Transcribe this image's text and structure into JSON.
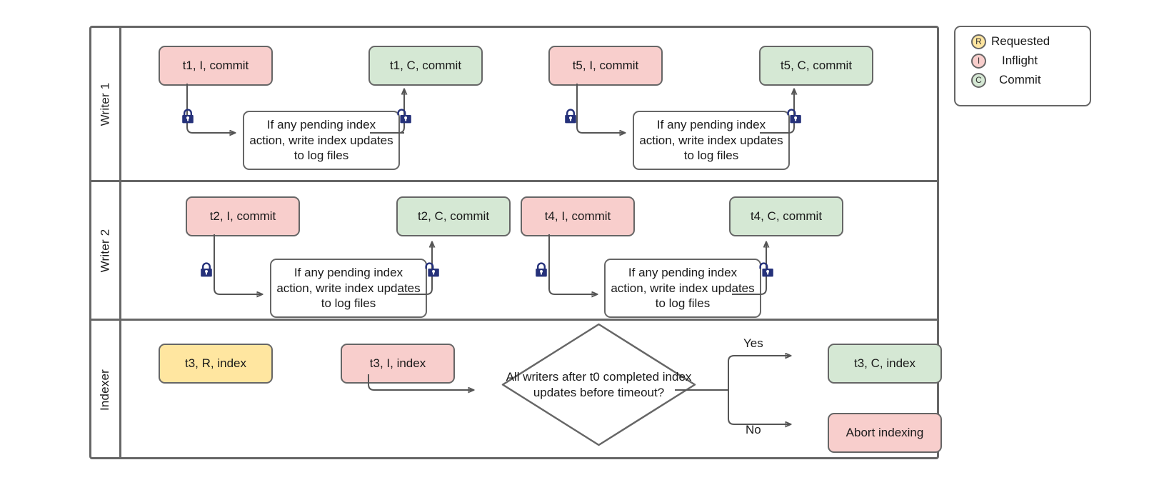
{
  "diagram": {
    "title": "Writer / Indexer transaction swimlane flow",
    "colors": {
      "red": "#f8cecc",
      "green": "#d5e8d4",
      "yellow": "#ffe6a0",
      "white": "#ffffff",
      "border": "#666666",
      "edge": "#555555",
      "lock": "#25317a"
    },
    "lanes": [
      {
        "label": "Writer 1",
        "nodes": [
          {
            "id": "w1-t1-i",
            "text": "t1, I, commit",
            "color": "red"
          },
          {
            "id": "w1-act-1",
            "text": "If any pending index action, write index updates to log files",
            "color": "white"
          },
          {
            "id": "w1-t1-c",
            "text": "t1, C, commit",
            "color": "green"
          },
          {
            "id": "w1-t5-i",
            "text": "t5, I, commit",
            "color": "red"
          },
          {
            "id": "w1-act-2",
            "text": "If any pending index action, write index updates to log files",
            "color": "white"
          },
          {
            "id": "w1-t5-c",
            "text": "t5, C, commit",
            "color": "green"
          }
        ],
        "locks": [
          "lock-closed",
          "lock-open",
          "lock-closed",
          "lock-open"
        ]
      },
      {
        "label": "Writer 2",
        "nodes": [
          {
            "id": "w2-t2-i",
            "text": "t2, I, commit",
            "color": "red"
          },
          {
            "id": "w2-act-1",
            "text": "If any pending index action, write index updates to log files",
            "color": "white"
          },
          {
            "id": "w2-t2-c",
            "text": "t2, C, commit",
            "color": "green"
          },
          {
            "id": "w2-t4-i",
            "text": "t4, I, commit",
            "color": "red"
          },
          {
            "id": "w2-act-2",
            "text": "If any pending index action, write index updates to log files",
            "color": "white"
          },
          {
            "id": "w2-t4-c",
            "text": "t4, C, commit",
            "color": "green"
          }
        ],
        "locks": [
          "lock-closed",
          "lock-open",
          "lock-closed",
          "lock-open"
        ]
      },
      {
        "label": "Indexer",
        "nodes": [
          {
            "id": "ix-t3-r",
            "text": "t3, R, index",
            "color": "yellow"
          },
          {
            "id": "ix-t3-i",
            "text": "t3, I, index",
            "color": "red"
          },
          {
            "id": "ix-decide",
            "text": "All writers after t0 completed index updates before timeout?",
            "color": "white"
          },
          {
            "id": "ix-t3-c",
            "text": "t3, C, index",
            "color": "green"
          },
          {
            "id": "ix-abort",
            "text": "Abort indexing",
            "color": "red"
          }
        ],
        "edge_labels": {
          "yes": "Yes",
          "no": "No"
        }
      }
    ],
    "legend": {
      "items": [
        {
          "badge": "R",
          "label": "Requested",
          "color": "yellow"
        },
        {
          "badge": "I",
          "label": "Inflight",
          "color": "red"
        },
        {
          "badge": "C",
          "label": "Commit",
          "color": "green"
        }
      ]
    }
  }
}
